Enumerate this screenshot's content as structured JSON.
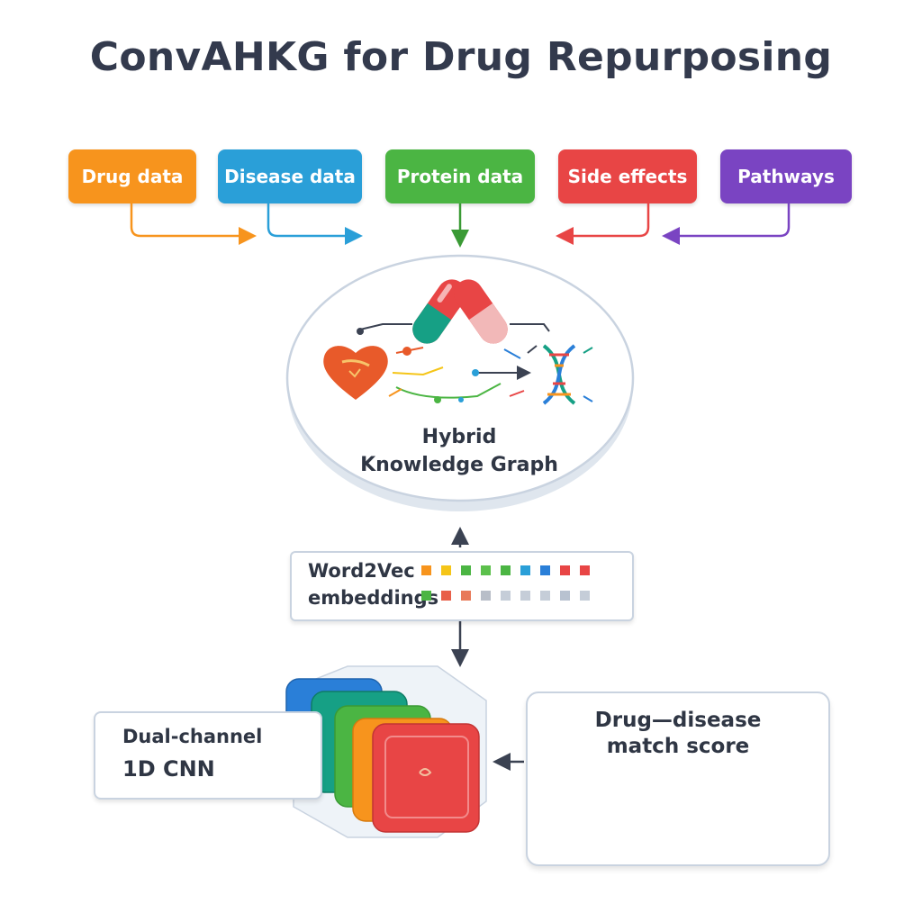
{
  "title": "ConvAHKG for Drug Repurposing",
  "sources": [
    {
      "label": "Drug data",
      "color": "#f7941d"
    },
    {
      "label": "Disease data",
      "color": "#2a9fd8"
    },
    {
      "label": "Protein data",
      "color": "#4bb543"
    },
    {
      "label": "Side effects",
      "color": "#e84545"
    },
    {
      "label": "Pathways",
      "color": "#7a44c2"
    }
  ],
  "knowledge_graph": {
    "line1": "Hybrid",
    "line2": "Knowledge Graph"
  },
  "embeddings": {
    "line1": "Word2Vec",
    "line2": "embeddings",
    "row1_colors": [
      "#f7941d",
      "#f5c518",
      "#4bb543",
      "#5cc04c",
      "#4bb543",
      "#2a9fd8",
      "#2a7fd8",
      "#e84545",
      "#e84545"
    ],
    "row2_colors": [
      "#4bb543",
      "#e8604a",
      "#e87a5a",
      "#b8bec8",
      "#c5cdd8",
      "#c5cdd8",
      "#c5cdd8",
      "#b8c2d0",
      "#c5cdd8"
    ]
  },
  "cnn": {
    "line1": "Dual-channel",
    "line2": "1D CNN"
  },
  "score": {
    "line1": "Drug—disease",
    "line2": "match score",
    "gauge_colors": [
      "#e84545",
      "#f7941d",
      "#f5c518",
      "#8cc63f",
      "#4bb543",
      "#16a085"
    ]
  },
  "icons": [
    "capsule-icon",
    "heart-icon",
    "dna-icon",
    "gauge-icon"
  ]
}
